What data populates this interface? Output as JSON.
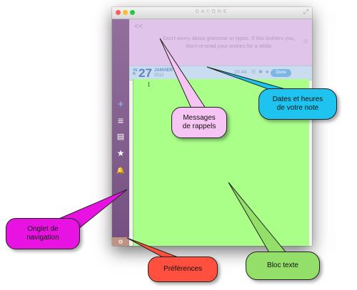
{
  "window": {
    "title": "DAYONE",
    "traffic_lights": [
      {
        "name": "close",
        "color": "#fc5f57"
      },
      {
        "name": "minimize",
        "color": "#fdbc2e"
      },
      {
        "name": "zoom",
        "color": "#28c840"
      }
    ],
    "fullscreen_icon": "⤢"
  },
  "sidebar": {
    "items": [
      {
        "name": "add-entry-icon",
        "glyph": "+"
      },
      {
        "name": "list-icon",
        "glyph": "≡"
      },
      {
        "name": "calendar-icon",
        "glyph": "▤"
      },
      {
        "name": "star-icon",
        "glyph": "★"
      },
      {
        "name": "bell-icon",
        "glyph": "🔔"
      }
    ],
    "settings_icon": "⚙"
  },
  "reminder": {
    "back_icon": "<<",
    "text": "Don't worry about grammar or typos. If this bothers you, don't re-read your entries for a while.",
    "right_icon": "◇"
  },
  "datebar": {
    "day_name": "VEN.",
    "day_number": "27",
    "month": "JANVIER",
    "year": "2012",
    "time": "20:44",
    "icons": [
      "☰",
      "✱",
      "★"
    ],
    "done_label": "Done"
  },
  "callouts": {
    "messages": "Messages\nde rappels",
    "dates": "Dates et heures\nde votre note",
    "onglet": "Onglet de\nnavigation",
    "preferences": "Préférences",
    "bloc": "Bloc texte"
  },
  "colors": {
    "sidebar": "#7e5a8a",
    "reminder_bar": "#e0c4e9",
    "datebar": "#c9dcf0",
    "editor": "#aaff89"
  }
}
